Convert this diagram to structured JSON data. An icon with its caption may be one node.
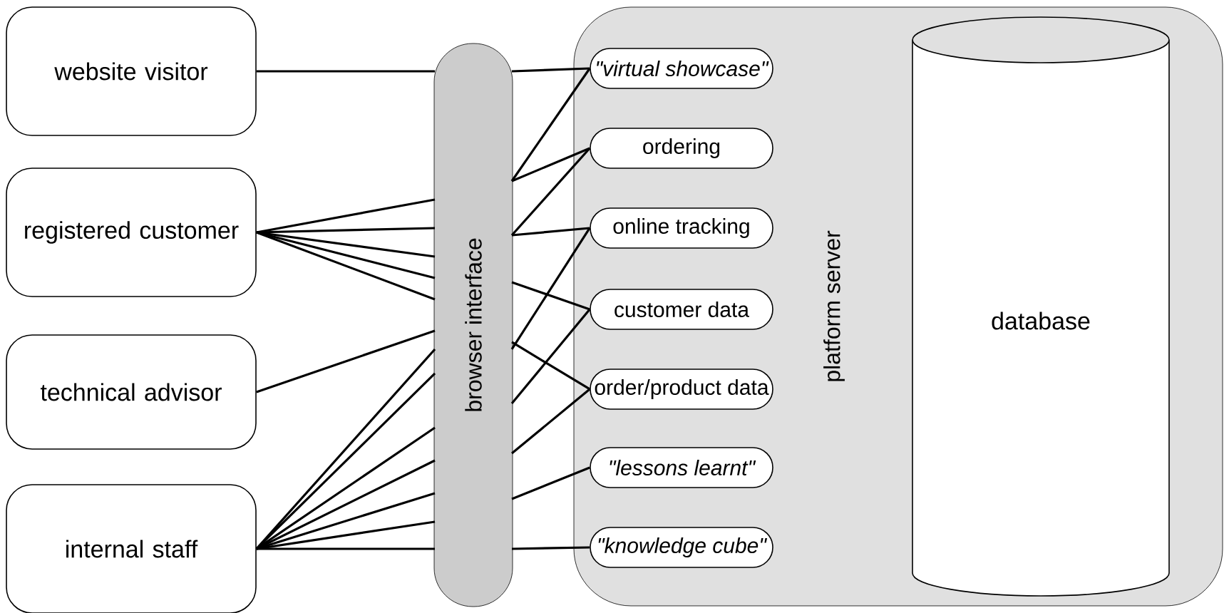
{
  "diagram": {
    "nodes": [
      {
        "text": [
          "website visitor"
        ]
      },
      {
        "text": [
          "registered customer"
        ]
      },
      {
        "text": [
          "technical advisor"
        ]
      },
      {
        "text": [
          "internal staff"
        ]
      },
      {
        "text": [
          "browser interface"
        ]
      },
      {
        "text": [
          "platform server"
        ]
      },
      {
        "text": [
          "\"virtual showcase\""
        ],
        "in": 5
      },
      {
        "text": [
          "ordering"
        ],
        "in": 5
      },
      {
        "text": [
          "online tracking"
        ],
        "in": 5
      },
      {
        "text": [
          "customer data"
        ],
        "in": 5
      },
      {
        "text": [
          "order/product data"
        ],
        "in": 5
      },
      {
        "text": [
          "\"lessons learnt\""
        ],
        "in": 5
      },
      {
        "text": [
          "\"knowledge cube\""
        ],
        "in": 5
      },
      {
        "text": [
          "database"
        ],
        "in": 5
      }
    ],
    "edges": [
      {
        "from": 0,
        "to": 4,
        "arrow": "none"
      },
      {
        "from": 1,
        "to": 4,
        "arrow": "none"
      },
      {
        "from": 1,
        "to": 4,
        "arrow": "none"
      },
      {
        "from": 1,
        "to": 4,
        "arrow": "none"
      },
      {
        "from": 1,
        "to": 4,
        "arrow": "none"
      },
      {
        "from": 1,
        "to": 4,
        "arrow": "none"
      },
      {
        "from": 2,
        "to": 4,
        "arrow": "none"
      },
      {
        "from": 3,
        "to": 4,
        "arrow": "none"
      },
      {
        "from": 3,
        "to": 4,
        "arrow": "none"
      },
      {
        "from": 3,
        "to": 4,
        "arrow": "none"
      },
      {
        "from": 3,
        "to": 4,
        "arrow": "none"
      },
      {
        "from": 3,
        "to": 4,
        "arrow": "none"
      },
      {
        "from": 3,
        "to": 4,
        "arrow": "none"
      },
      {
        "from": 3,
        "to": 4,
        "arrow": "none"
      },
      {
        "from": 4,
        "to": 6,
        "arrow": "none"
      },
      {
        "from": 4,
        "to": 6,
        "arrow": "none"
      },
      {
        "from": 4,
        "to": 7,
        "arrow": "none"
      },
      {
        "from": 4,
        "to": 7,
        "arrow": "none"
      },
      {
        "from": 4,
        "to": 8,
        "arrow": "none"
      },
      {
        "from": 4,
        "to": 8,
        "arrow": "none"
      },
      {
        "from": 4,
        "to": 9,
        "arrow": "none"
      },
      {
        "from": 4,
        "to": 9,
        "arrow": "none"
      },
      {
        "from": 4,
        "to": 10,
        "arrow": "none"
      },
      {
        "from": 4,
        "to": 10,
        "arrow": "none"
      },
      {
        "from": 4,
        "to": 11,
        "arrow": "none"
      },
      {
        "from": 4,
        "to": 12,
        "arrow": "none"
      }
    ]
  }
}
